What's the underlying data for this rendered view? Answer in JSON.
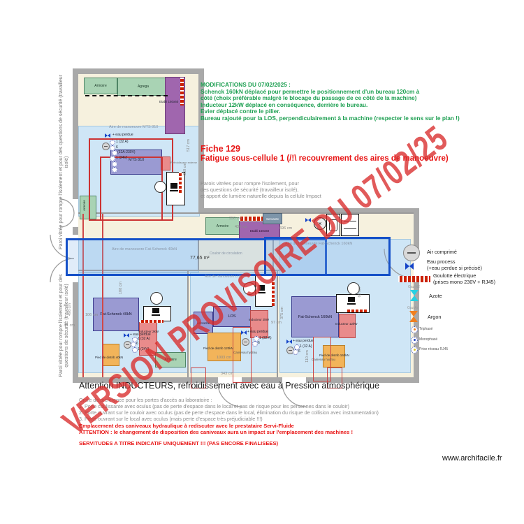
{
  "watermark": "VERSION PROVISOIRE DU 07/02/25",
  "site": "www.archifacile.fr",
  "notes": {
    "modifications": {
      "title": "MODIFICATIONS DU 07/02/2025 :",
      "lines": [
        "Schenck 160kN déplacé pour permettre le positionnement d'un bureau 120cm à",
        "côté (choix préférable malgré le blocage du passage de ce côté de la machine)",
        "Inducteur 12kW déplacé en conséquence, derrière le bureau.",
        "Evier déplacé contre le pilier.",
        "Bureau rajouté pour la LOS, perpendiculairement à la machine (respecter le sens sur le plan !)"
      ]
    },
    "fiche_title": "Fiche 129",
    "fiche_subtitle": "Fatigue sous-cellule 1 (/!\\ recouvrement des aires de manoeuvre)",
    "parois_lines": [
      "Parois vitrées pour rompre l'isolement, pour",
      "des questions de sécurité (travailleur isolé),",
      "et apport de lumière naturelle depuis la cellule Impact"
    ],
    "wall_label_top": "Paroi vitrée pour rompre l'isolement et pour des questions de sécurité (travailleur isolé)",
    "wall_label_bottom": "Paroi vitrée pour rompre l'isolement et pour des questions de sécurité (travailleur isolé)",
    "attention": "Attention INDUCTEURS, refroidissement avec eau à Pression atmosphérique",
    "portes_intro": "Ordre de préférence pour les portes d'accès au laboratoire :",
    "portes": [
      "1. Porte coulissante avec oculus (pas de perte d'espace dans le local et pas de risque pour les personnes dans le couloir)",
      "2. Porte ouvrant sur le couloir avec oculus (pas de perte d'espace dans le local, élimination du risque de collision avec instrumentation)",
      "3. Porte ouvrant sur le local avec oculus (mais perte d'espace très préjudiciable !!!)"
    ],
    "caniveaux_lines": [
      "Emplacement des caniveaux hydraulique à rediscuter avec le prestataire Servi-Fluide",
      "ATTENTION : le changement de disposition des caniveaux aura un impact sur l'emplacement des machines !"
    ],
    "servitudes": "SERVITUDES A TITRE INDICATIF UNIQUEMENT !!! (PAS ENCORE FINALISEES)"
  },
  "legend": {
    "air": "Air comprimé",
    "eau1": "Eau process",
    "eau2": "(+eau perdue si précisé)",
    "goulotte1": "Goulotte électrique",
    "goulotte2": "(prises mono 230V + RJ45)",
    "gaz_n2": "Gaz N2",
    "azote": "Azote",
    "gaz_ar": "Gaz Ar",
    "argon": "Argon",
    "triphase": "Triphasé",
    "monophase": "Monophasé",
    "rj45": "Prise réseau RJ45"
  },
  "plan": {
    "upper": {
      "armoire1": "Armoire",
      "armoire2": "Agrega",
      "etabli": "Etabli 150x60",
      "aire": "Aire de manoeuvre MTS 810",
      "eau": "+ eau perdue",
      "l32": "1 (32 A)",
      "l6": "6",
      "l230": "(32A-230V)",
      "l24": "1 (24V)",
      "machine": "MTS 810",
      "refroidisseur": "Refroidisseur externe",
      "armoire3": "Armoire",
      "dim517": "517 cm",
      "dim350": "350 cm"
    },
    "strip": {
      "dim350": "350 cm",
      "dim430": "430 cm",
      "armoire": "Armoire",
      "etabli": "Etabli 150x60",
      "dim696": "696 cm",
      "servante": "Servante"
    },
    "zones": {
      "aire40": "Aire de manoeuvre Fat-Schenck 40kN",
      "aire160": "Aire de manoeuvre Fat-Schenck 160kN",
      "surface": "77,65 m²",
      "couloir": "Couloir de circulation",
      "aire_los": "Aire de manoeuvre LOS"
    },
    "room40": {
      "machine": "Fat-Schenck 40kN",
      "inducteur": "Inducteur 2kW",
      "eau": "+ eau perdue",
      "l32": "1 (32 A)",
      "l6": "6",
      "l24": "1 (24V)",
      "pied": "Pied de distrib 40kN",
      "armoire": "Armoire",
      "dim498": "498 cm",
      "dim108": "108 cm",
      "dim106": "106 cm",
      "dim21": "21 cm"
    },
    "room_los": {
      "accroche": "Accroche",
      "machine": "LOS",
      "inducteur": "Inducteur 3kW",
      "pied": "Pied de distrib 120kN",
      "caniveau": "Caniveau hydrau",
      "eau": "+ eau perdue",
      "l32": "1 (32 A)",
      "l6": "6",
      "dim97": "97 cm",
      "dim375": "375 cm",
      "dim1003": "1003 cm",
      "dim343": "343 cm"
    },
    "room160": {
      "machine": "Fat-Schenck 160kN",
      "inducteur": "Inducteur 12kW",
      "pied": "Pied de distrib 160kN",
      "caniveau": "Caniveau hydrau",
      "eau": "+ eau perdue",
      "l32": "1 (32 A)",
      "l6": "6",
      "dim110": "110 cm",
      "dim60": "60 cm"
    }
  }
}
